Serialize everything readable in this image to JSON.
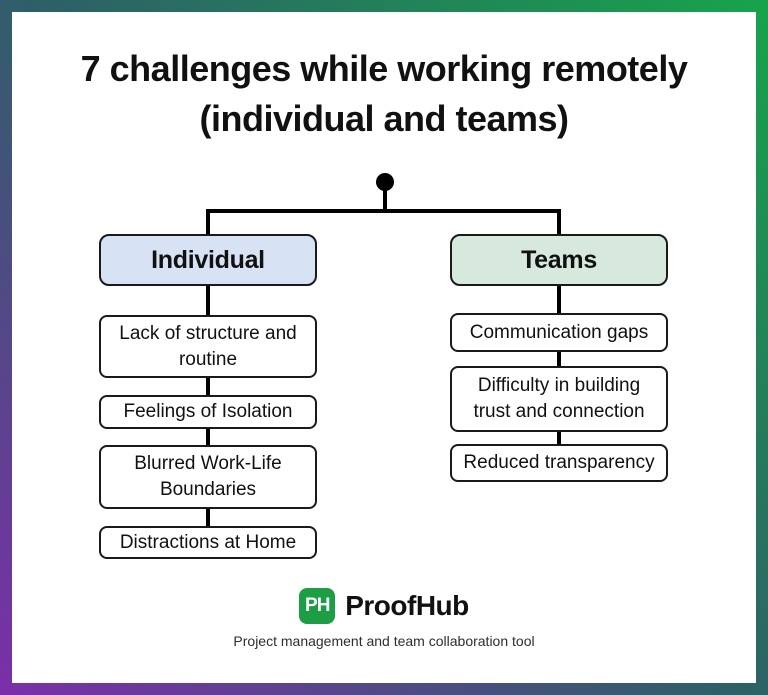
{
  "title": {
    "line1": "7 challenges while working remotely",
    "line2": "(individual and teams)"
  },
  "tree": {
    "branches": [
      {
        "label": "Individual",
        "items": [
          "Lack of structure and routine",
          "Feelings of Isolation",
          "Blurred Work-Life Boundaries",
          "Distractions at Home"
        ]
      },
      {
        "label": "Teams",
        "items": [
          "Communication gaps",
          "Difficulty in building trust and connection",
          "Reduced transparency"
        ]
      }
    ]
  },
  "footer": {
    "logo_monogram": "PH",
    "brand": "ProofHub",
    "tagline": "Project management and team collaboration tool"
  },
  "colors": {
    "frame_gradient_start": "#7b2fa9",
    "frame_gradient_mid": "#2d6067",
    "frame_gradient_end": "#17a44b",
    "panel_white": "#ffffff",
    "individual_fill": "#d7e3f4",
    "teams_fill": "#d7e8dc",
    "box_border": "#1a1a1a",
    "line_black": "#000000",
    "text_dark": "#111111",
    "brand_green": "#1e9e44",
    "tagline_gray": "#2e2e2e"
  }
}
